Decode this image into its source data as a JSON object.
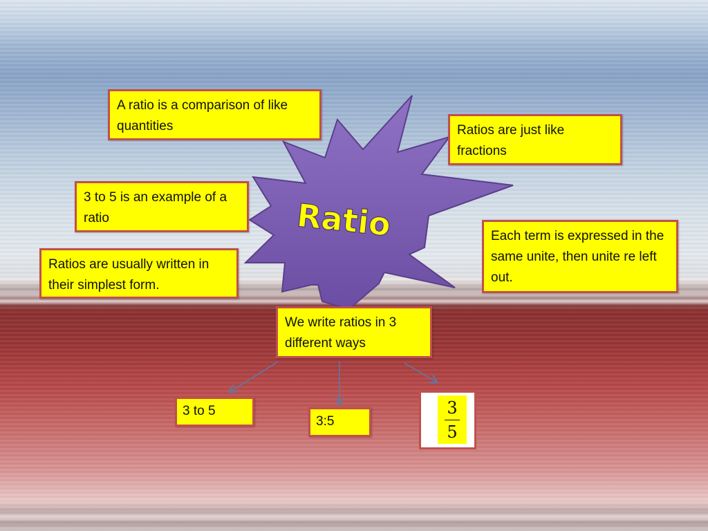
{
  "title": "Ratio",
  "boxes": {
    "comparison": "A ratio is a comparison of like quantities",
    "fractions": "Ratios are just like fractions",
    "example": "3 to 5 is an example of a ratio",
    "simplest": "Ratios are usually written in their simplest form.",
    "same_unit": "Each term is expressed in the same unite, then unite re left out.",
    "ways": "We write ratios in 3 different ways",
    "words": "3 to 5",
    "colon": "3:5"
  },
  "fraction": {
    "numerator": "3",
    "denominator": "5"
  },
  "colors": {
    "box_fill": "#ffff00",
    "box_border": "#c0504d",
    "star_fill": "#7b5cb3",
    "star_edge": "#5a3f8a",
    "title_text": "#ffff00",
    "arrow": "#5b7ba8"
  }
}
